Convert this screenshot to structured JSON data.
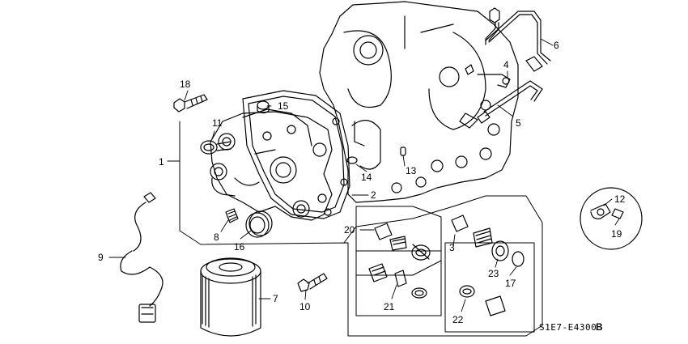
{
  "diagram": {
    "drawing_code": "S1E7-E4300",
    "drawing_code_suffix": "B",
    "callouts": {
      "1": "1",
      "2": "2",
      "3": "3",
      "4": "4",
      "5": "5",
      "6": "6",
      "7": "7",
      "8": "8",
      "9": "9",
      "10": "10",
      "11": "11",
      "12": "12",
      "13": "13",
      "14": "14",
      "15": "15",
      "16": "16",
      "17": "17",
      "18": "18",
      "19": "19",
      "20": "20",
      "21": "21",
      "22": "22",
      "23": "23"
    }
  }
}
